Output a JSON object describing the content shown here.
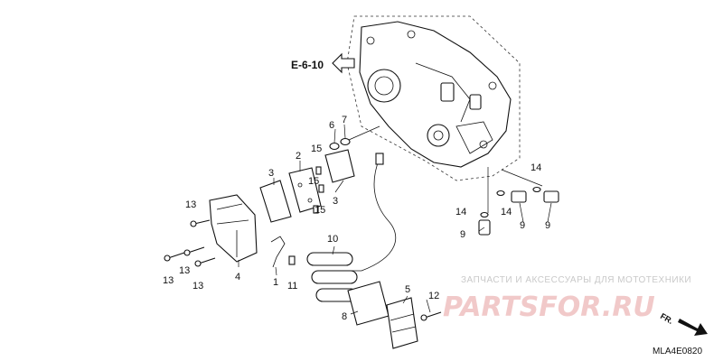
{
  "diagram": {
    "reference_label": "E-6-10",
    "code": "MLA4E0820",
    "fr_label": "FR.",
    "callouts": [
      {
        "id": "c7",
        "text": "7"
      },
      {
        "id": "c6",
        "text": "6"
      },
      {
        "id": "c15a",
        "text": "15"
      },
      {
        "id": "c2",
        "text": "2"
      },
      {
        "id": "c3a",
        "text": "3"
      },
      {
        "id": "c3b",
        "text": "3"
      },
      {
        "id": "c15b",
        "text": "15"
      },
      {
        "id": "c15c",
        "text": "15"
      },
      {
        "id": "c13a",
        "text": "13"
      },
      {
        "id": "c13b",
        "text": "13"
      },
      {
        "id": "c13c",
        "text": "13"
      },
      {
        "id": "c13d",
        "text": "13"
      },
      {
        "id": "c4",
        "text": "4"
      },
      {
        "id": "c1",
        "text": "1"
      },
      {
        "id": "c11",
        "text": "11"
      },
      {
        "id": "c10",
        "text": "10"
      },
      {
        "id": "c8",
        "text": "8"
      },
      {
        "id": "c5",
        "text": "5"
      },
      {
        "id": "c12",
        "text": "12"
      },
      {
        "id": "c14a",
        "text": "14"
      },
      {
        "id": "c14b",
        "text": "14"
      },
      {
        "id": "c14c",
        "text": "14"
      },
      {
        "id": "c9a",
        "text": "9"
      },
      {
        "id": "c9b",
        "text": "9"
      },
      {
        "id": "c9c",
        "text": "9"
      }
    ]
  },
  "watermark": {
    "text": "ЗАПЧАСТИ И АКСЕССУАРЫ ДЛЯ МОТОТЕХНИКИ",
    "logo": "PARTSFOR.RU"
  }
}
